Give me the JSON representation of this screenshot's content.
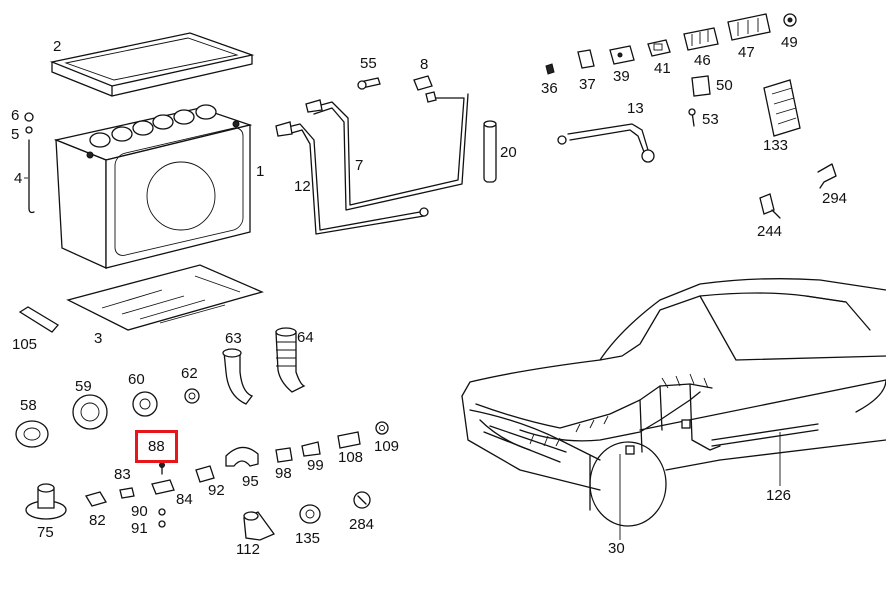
{
  "selected_part": "88",
  "labels": {
    "p1": "1",
    "p2": "2",
    "p3": "3",
    "p4": "4",
    "p5": "5",
    "p6": "6",
    "p7": "7",
    "p8": "8",
    "p12": "12",
    "p13": "13",
    "p20": "20",
    "p30": "30",
    "p36": "36",
    "p37": "37",
    "p39": "39",
    "p41": "41",
    "p46": "46",
    "p47": "47",
    "p49": "49",
    "p50": "50",
    "p53": "53",
    "p55": "55",
    "p58": "58",
    "p59": "59",
    "p60": "60",
    "p62": "62",
    "p63": "63",
    "p64": "64",
    "p75": "75",
    "p82": "82",
    "p83": "83",
    "p84": "84",
    "p88": "88",
    "p90": "90",
    "p91": "91",
    "p92": "92",
    "p95": "95",
    "p98": "98",
    "p99": "99",
    "p105": "105",
    "p108": "108",
    "p109": "109",
    "p112": "112",
    "p126": "126",
    "p133": "133",
    "p135": "135",
    "p244": "244",
    "p284": "284",
    "p294": "294"
  },
  "colors": {
    "highlight": "#e8151b",
    "ink": "#111111"
  }
}
